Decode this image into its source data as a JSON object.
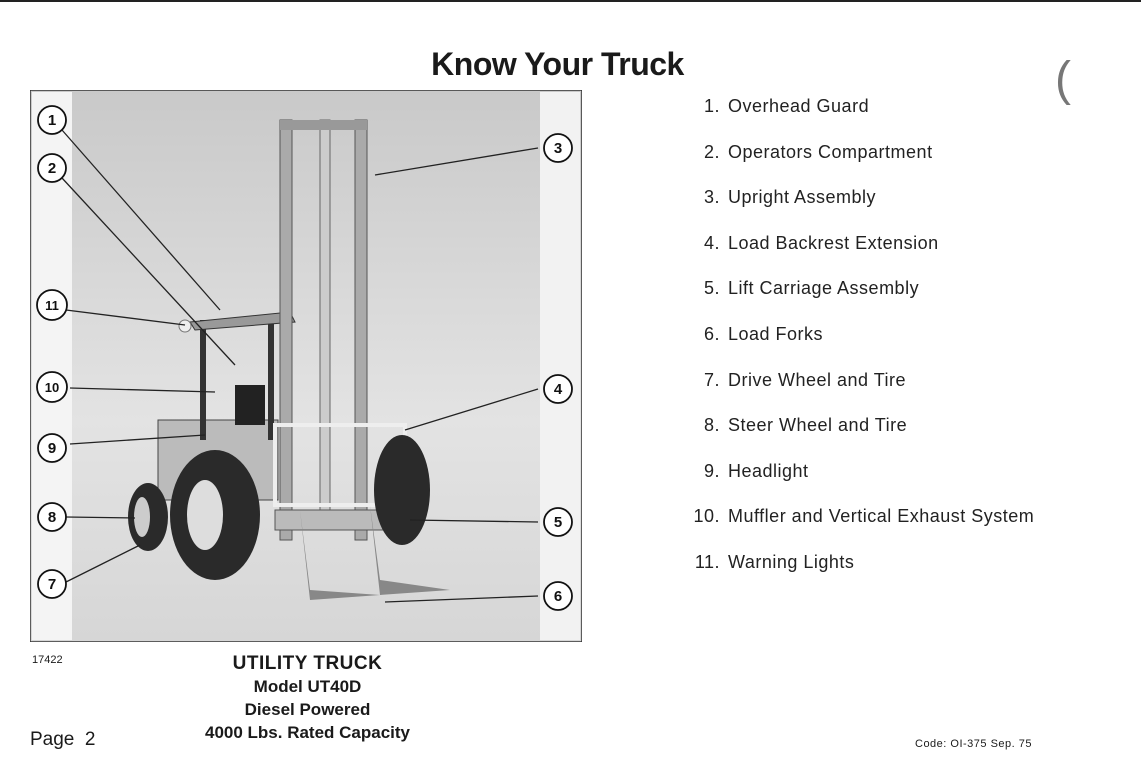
{
  "title": "Know Your Truck",
  "callouts": [
    "1",
    "2",
    "3",
    "4",
    "5",
    "6",
    "7",
    "8",
    "9",
    "10",
    "11"
  ],
  "parts": [
    {
      "n": "1.",
      "label": "Overhead Guard"
    },
    {
      "n": "2.",
      "label": "Operators Compartment"
    },
    {
      "n": "3.",
      "label": "Upright Assembly"
    },
    {
      "n": "4.",
      "label": "Load Backrest Extension"
    },
    {
      "n": "5.",
      "label": "Lift Carriage Assembly"
    },
    {
      "n": "6.",
      "label": "Load Forks"
    },
    {
      "n": "7.",
      "label": "Drive Wheel and Tire"
    },
    {
      "n": "8.",
      "label": "Steer Wheel and Tire"
    },
    {
      "n": "9.",
      "label": "Headlight"
    },
    {
      "n": "10.",
      "label": "Muffler and Vertical Exhaust System"
    },
    {
      "n": "11.",
      "label": "Warning Lights"
    }
  ],
  "figure_number": "17422",
  "caption": {
    "line1": "UTILITY TRUCK",
    "line2": "Model UT40D",
    "line3": "Diesel Powered",
    "line4": "4000 Lbs. Rated Capacity"
  },
  "page": "Page  2",
  "code": "Code: OI-375 Sep. 75",
  "margin_mark": "("
}
